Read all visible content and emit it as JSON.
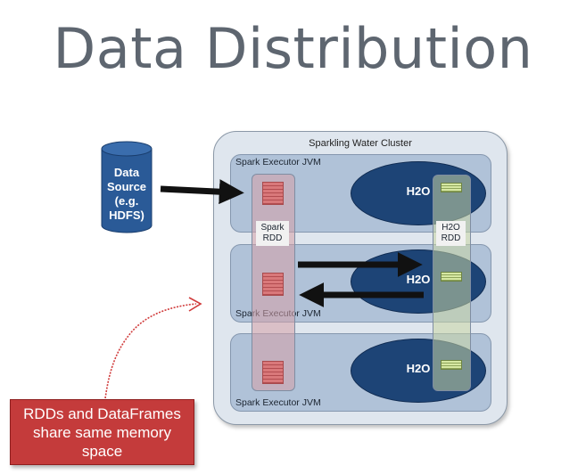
{
  "title": "Data Distribution",
  "cluster_label": "Sparkling Water Cluster",
  "data_source": {
    "lines": [
      "Data",
      "Source",
      "(e.g.",
      "HDFS)"
    ]
  },
  "jvms": [
    {
      "label": "Spark Executor JVM",
      "h2o": "H2O"
    },
    {
      "label": "Spark Executor JVM",
      "h2o": "H2O"
    },
    {
      "label": "Spark Executor JVM",
      "h2o": "H2O"
    }
  ],
  "spark_rdd": {
    "line1": "Spark",
    "line2": "RDD"
  },
  "h2o_rdd": {
    "line1": "H2O",
    "line2": "RDD"
  },
  "note": "RDDs and DataFrames share same memory space",
  "colors": {
    "cluster_bg": "#dfe6ee",
    "jvm_bg": "#b0c2d8",
    "h2o_ellipse": "#1d4476",
    "data_source": "#2a5a97",
    "note_bg": "#c43b3b",
    "arrow": "#111111",
    "note_arrow": "#d03a3a"
  }
}
